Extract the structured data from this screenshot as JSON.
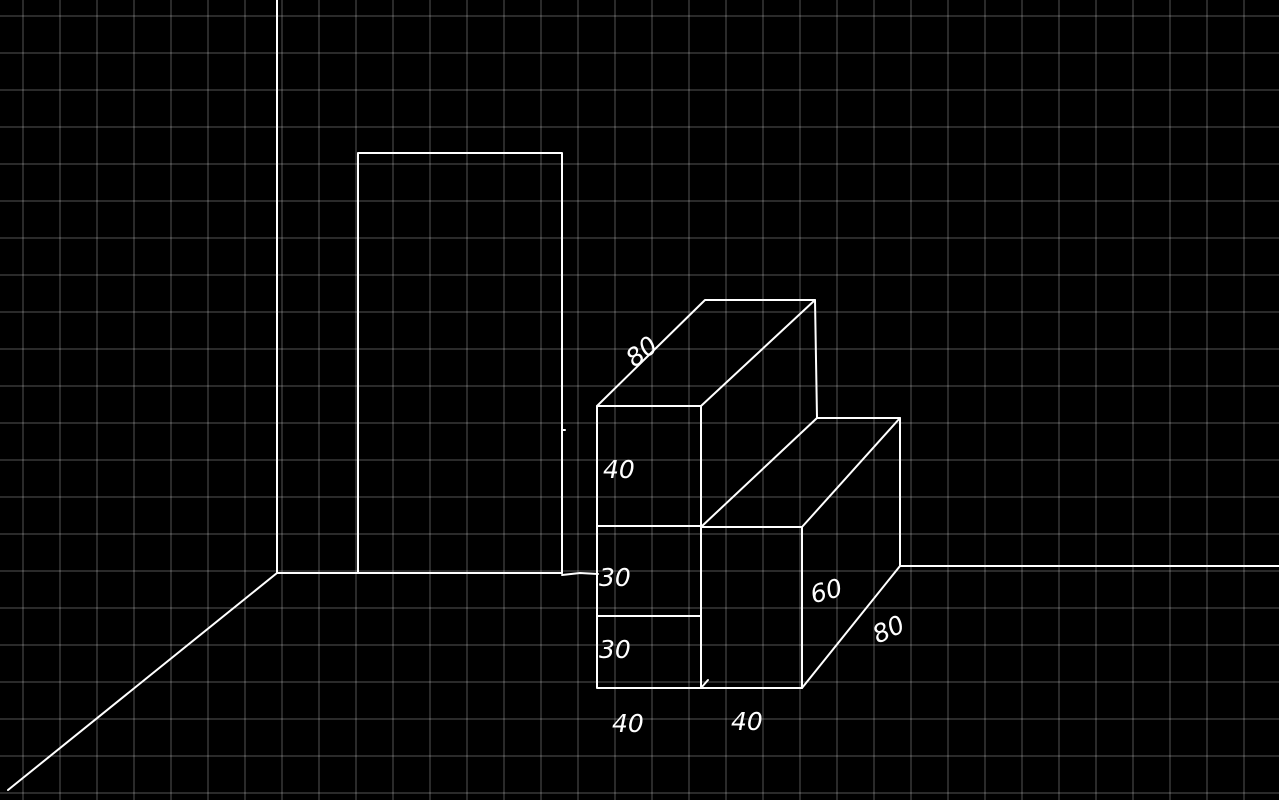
{
  "sketch": {
    "background_color": "#000000",
    "line_color": "#ffffff",
    "dimension_labels": {
      "upper_box_depth": "80",
      "upper_box_height": "40",
      "middle_shelf_height": "30",
      "lower_shelf_height": "30",
      "lower_box_height": "60",
      "lower_box_depth": "80",
      "left_width": "40",
      "right_width": "40"
    }
  }
}
